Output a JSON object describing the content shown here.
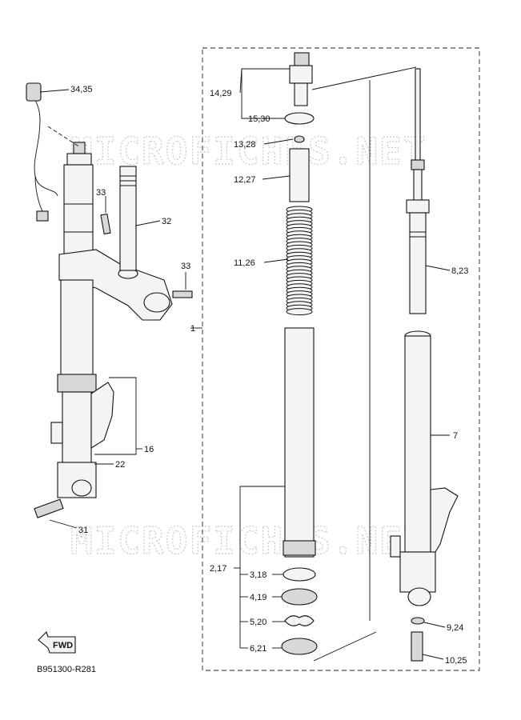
{
  "watermark": "MICROFICHES.NET",
  "diagram_code": "B951300-R281",
  "fwd_label": "FWD",
  "callouts": {
    "c34_35": "34,35",
    "c33a": "33",
    "c32": "32",
    "c33b": "33",
    "c1": "1",
    "c16": "16",
    "c22": "22",
    "c31": "31",
    "c14_29": "14,29",
    "c15_30": "15,30",
    "c13_28": "13,28",
    "c12_27": "12,27",
    "c11_26": "11,26",
    "c2_17": "2,17",
    "c3_18": "3,18",
    "c4_19": "4,19",
    "c5_20": "5,20",
    "c6_21": "6,21",
    "c8_23": "8,23",
    "c7": "7",
    "c9_24": "9,24",
    "c10_25": "10,25"
  }
}
